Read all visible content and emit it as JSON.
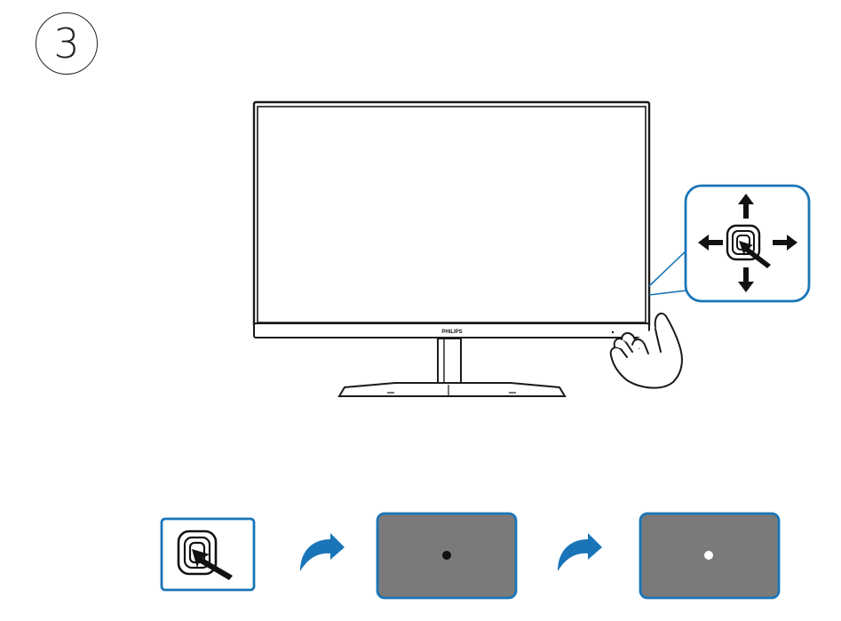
{
  "step": {
    "number": "3"
  },
  "monitor": {
    "brand": "PHILIPS"
  },
  "icons": {
    "joystick": "joystick-button-icon",
    "arrows": [
      "arrow-up-icon",
      "arrow-down-icon",
      "arrow-left-icon",
      "arrow-right-icon"
    ],
    "hand": "hand-pressing-icon",
    "flow_arrows": [
      "curved-arrow-icon",
      "curved-arrow-icon"
    ]
  },
  "colors": {
    "accent_blue": "#1a75b8",
    "screen_gray": "#7a7a7a",
    "outline": "#1a1a1a",
    "led_off": "#111111",
    "led_on": "#ffffff"
  },
  "sequence": [
    {
      "state": "joystick-press"
    },
    {
      "state": "indicator-black-dot"
    },
    {
      "state": "indicator-white-dot"
    }
  ]
}
